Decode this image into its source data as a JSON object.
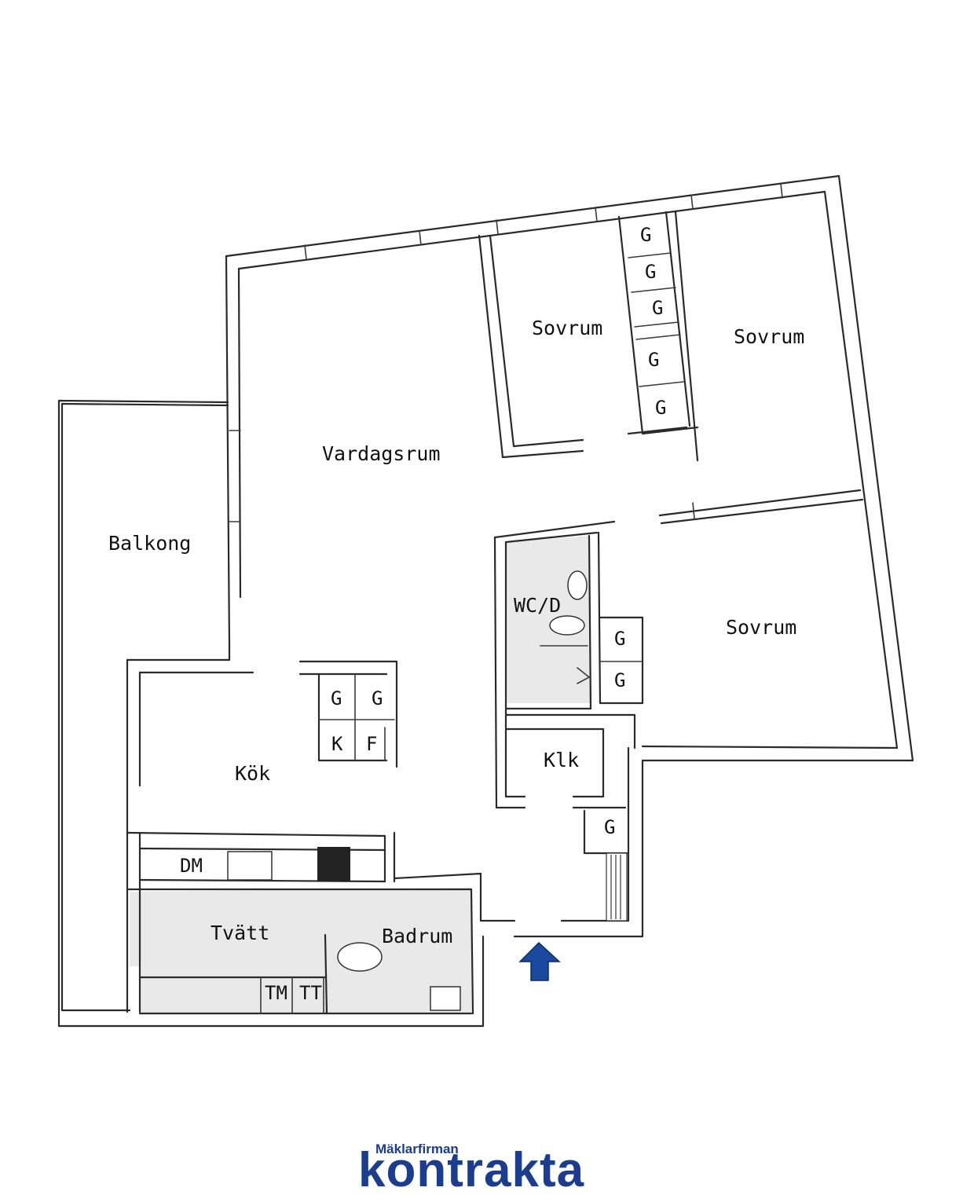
{
  "rooms": {
    "vardagsrum": "Vardagsrum",
    "balkong": "Balkong",
    "sovrum_1": "Sovrum",
    "sovrum_2": "Sovrum",
    "sovrum_3": "Sovrum",
    "wc_d": "WC/D",
    "klk": "Klk",
    "kok": "Kök",
    "tvatt": "Tvätt",
    "badrum": "Badrum"
  },
  "fixtures": {
    "g": "G",
    "k": "K",
    "f": "F",
    "dm": "DM",
    "tm": "TM",
    "tt": "TT"
  },
  "logo": {
    "top": "Mäklarfirman",
    "main": "kontrakta",
    "color": "#1a3d8f"
  },
  "colors": {
    "walls": "#2a2a2a",
    "wet_room_fill": "#e9e9e9",
    "entrance_arrow": "#1a4aa0"
  }
}
